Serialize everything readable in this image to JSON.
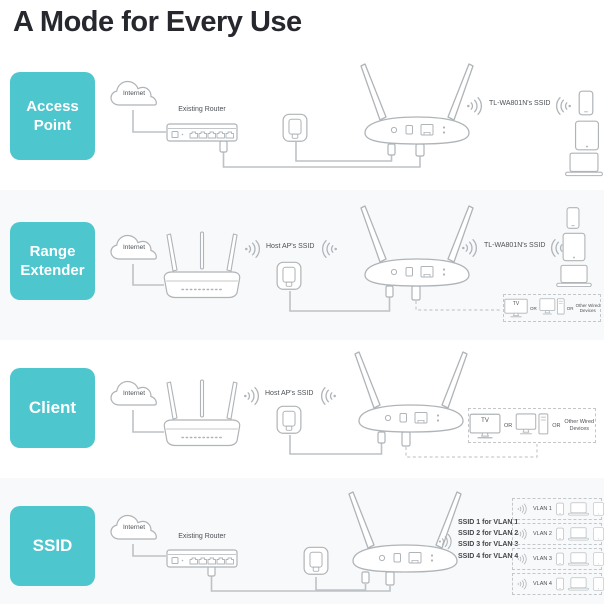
{
  "page": {
    "title": "A Mode for Every Use"
  },
  "colors": {
    "teal": "#4EC6CE",
    "title": "#26282E",
    "line": "#AFB4B8",
    "label": "#4D5155",
    "band": "#F8F9FA"
  },
  "labels": {
    "internet": "Internet",
    "existing_router": "Existing Router",
    "host_ap_ssid": "Host AP's SSID",
    "device_ssid": "TL-WA801N's SSID",
    "tv": "TV",
    "or": "OR",
    "other_wired_devices": "Other Wired Devices"
  },
  "modes": [
    {
      "label": "Access Point"
    },
    {
      "label": "Range Extender"
    },
    {
      "label": "Client"
    },
    {
      "label": "SSID"
    }
  ],
  "ssid_mode": {
    "ssid_lines": [
      "SSID 1 for VLAN 1",
      "SSID 2 for VLAN 2",
      "SSID 3 for VLAN 3",
      "SSID 4 for VLAN 4"
    ],
    "vlans": [
      "VLAN 1",
      "VLAN 2",
      "VLAN 3",
      "VLAN 4"
    ]
  }
}
